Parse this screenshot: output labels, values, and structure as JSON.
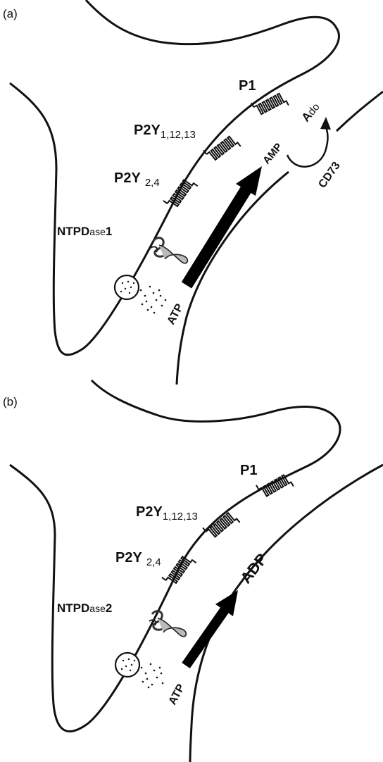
{
  "panels": [
    {
      "id": "a",
      "tag": "(a)",
      "p1": "P1",
      "p2y_main": "P2Y",
      "p2y_main_sub": "1,12,13",
      "p2y_low": "P2Y",
      "p2y_low_sub": "2,4",
      "enzyme_prefix": "NTPD",
      "enzyme_mid": "ase",
      "enzyme_num": "1",
      "atp": "ATP",
      "product": "AMP",
      "ado_a": "A",
      "ado_rest": "do",
      "cd73": "CD73"
    },
    {
      "id": "b",
      "tag": "(b)",
      "p1": "P1",
      "p2y_main": "P2Y",
      "p2y_main_sub": "1,12,13",
      "p2y_low": "P2Y",
      "p2y_low_sub": "2,4",
      "enzyme_prefix": "NTPD",
      "enzyme_mid": "ase",
      "enzyme_num": "2",
      "atp": "ATP",
      "product": "ADP"
    }
  ]
}
